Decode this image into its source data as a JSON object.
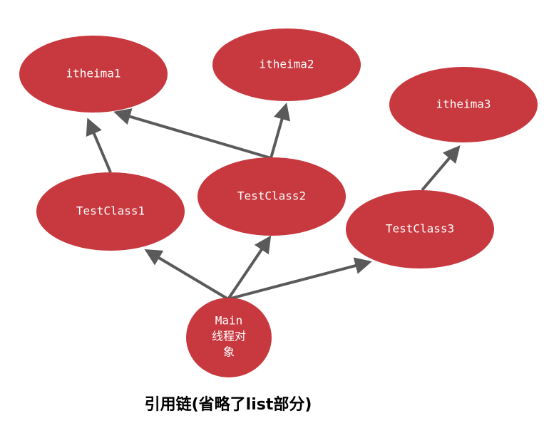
{
  "diagram": {
    "node_fill": "#c8393f",
    "edge_color": "#5a5a5a",
    "nodes": {
      "itheima1": "itheima1",
      "itheima2": "itheima2",
      "itheima3": "itheima3",
      "testclass1": "TestClass1",
      "testclass2": "TestClass2",
      "testclass3": "TestClass3",
      "main_line1": "Main",
      "main_line2": "线程对",
      "main_line3": "象"
    },
    "edges": [
      {
        "from": "Main",
        "to": "TestClass1"
      },
      {
        "from": "Main",
        "to": "TestClass2"
      },
      {
        "from": "Main",
        "to": "TestClass3"
      },
      {
        "from": "TestClass1",
        "to": "itheima1"
      },
      {
        "from": "TestClass2",
        "to": "itheima1"
      },
      {
        "from": "TestClass2",
        "to": "itheima2"
      },
      {
        "from": "TestClass3",
        "to": "itheima3"
      }
    ]
  },
  "caption": "引用链(省略了list部分)"
}
